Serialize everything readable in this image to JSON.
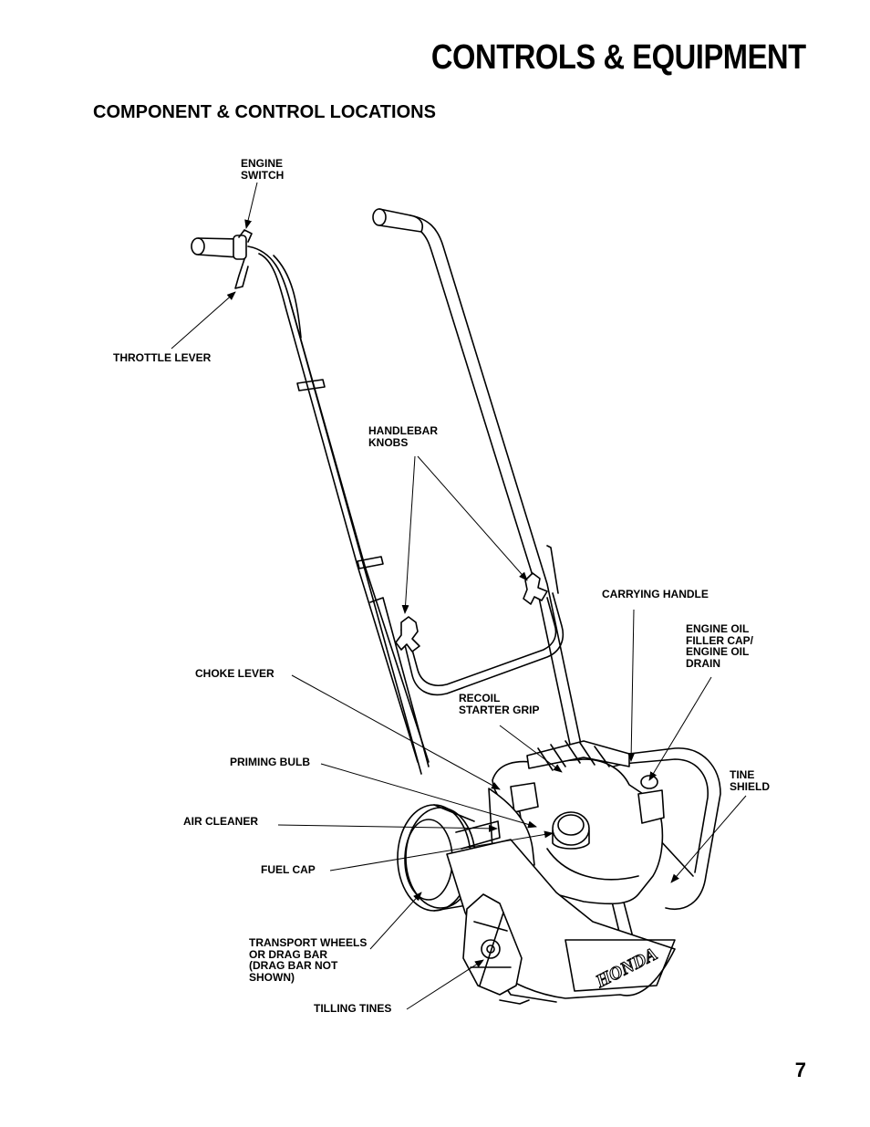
{
  "header": {
    "title": "CONTROLS & EQUIPMENT"
  },
  "section": {
    "heading": "COMPONENT & CONTROL LOCATIONS"
  },
  "labels": {
    "engine_switch": "ENGINE\nSWITCH",
    "throttle_lever": "THROTTLE LEVER",
    "handlebar_knobs": "HANDLEBAR\nKNOBS",
    "carrying_handle": "CARRYING HANDLE",
    "engine_oil": "ENGINE OIL\nFILLER CAP/\nENGINE OIL\nDRAIN",
    "choke_lever": "CHOKE LEVER",
    "recoil_starter": "RECOIL\nSTARTER GRIP",
    "priming_bulb": "PRIMING BULB",
    "tine_shield": "TINE\nSHIELD",
    "air_cleaner": "AIR CLEANER",
    "fuel_cap": "FUEL CAP",
    "transport_wheels": "TRANSPORT WHEELS\nOR DRAG BAR\n(DRAG BAR NOT\nSHOWN)",
    "tilling_tines": "TILLING TINES"
  },
  "brand": {
    "logo_text": "HONDA"
  },
  "footer": {
    "page_number": "7"
  }
}
